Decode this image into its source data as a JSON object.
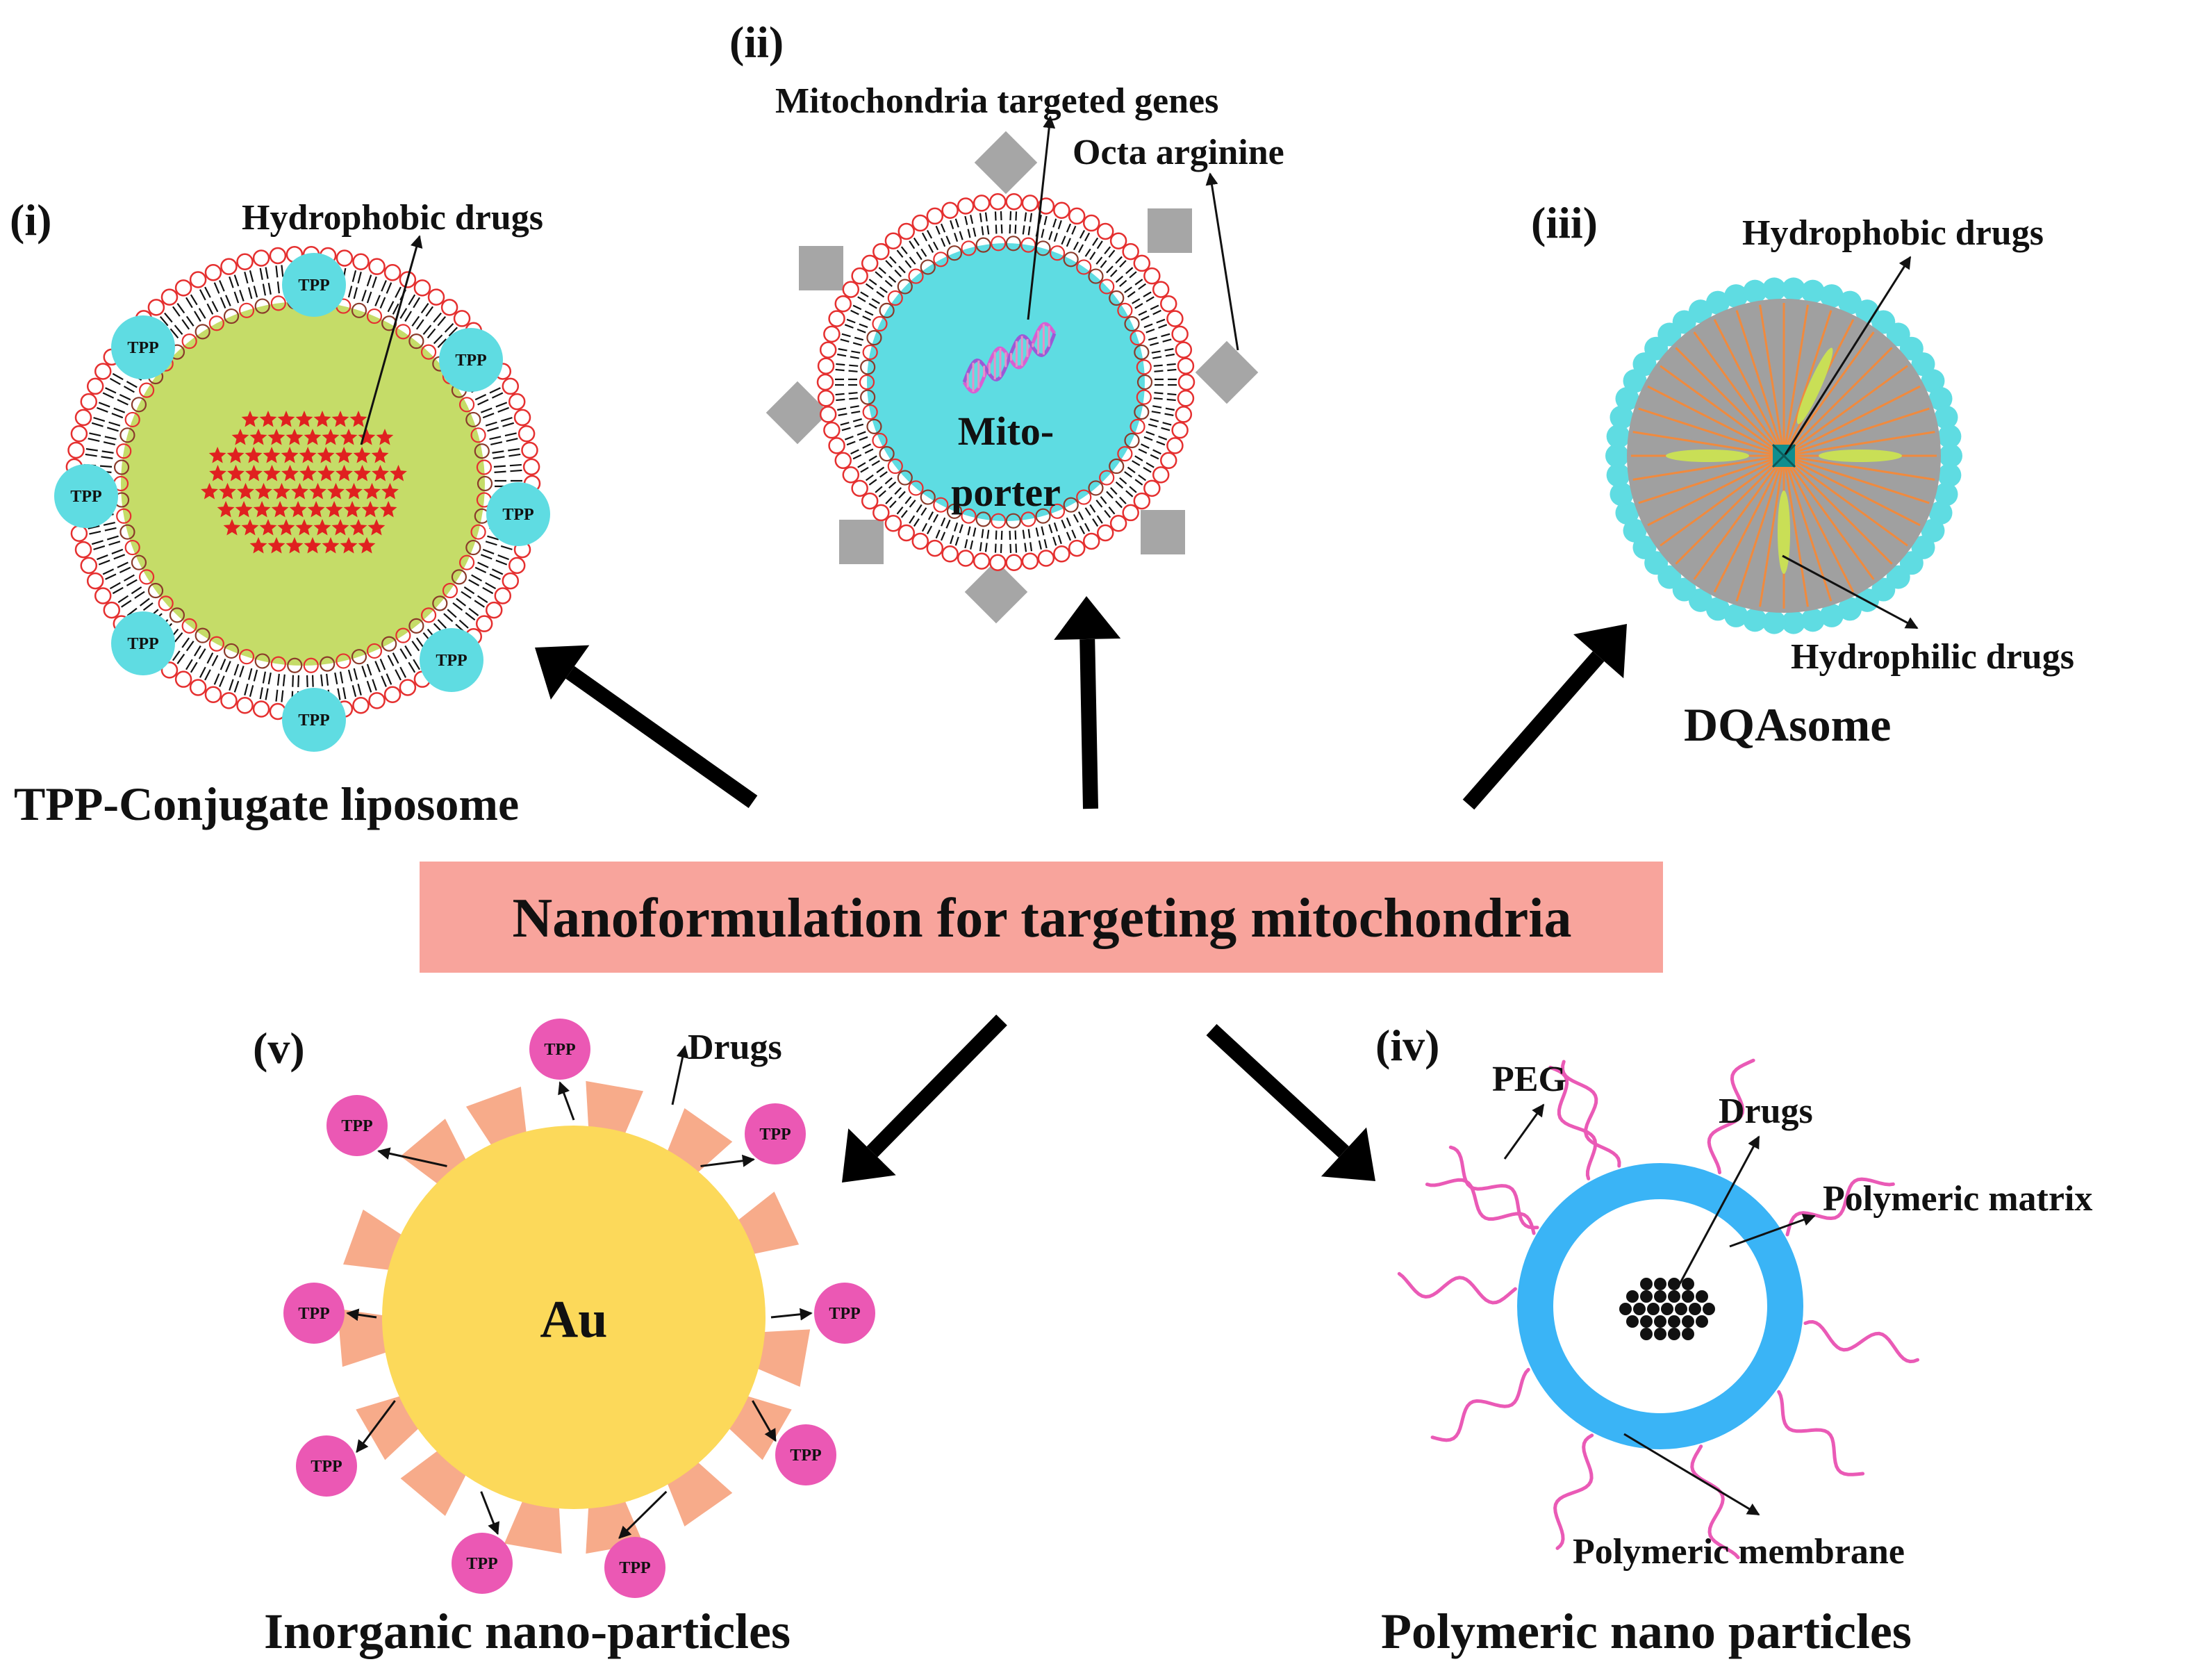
{
  "title": "Nanoformulation for targeting mitochondria",
  "colors": {
    "title_box": "#f8a49c",
    "tpp_cyan": "#5fdce2",
    "liposome_core": "#c5dc68",
    "mitoporter_core": "#5edce2",
    "octa_arginine": "#a6a6a6",
    "dqasome_body": "#a0a0a0",
    "dqasome_rays": "#f08a3e",
    "gold": "#fcd95a",
    "wedges": "#f7ab8a",
    "tpp_pink": "#eb58b4",
    "polymer_blue": "#3ab4f6",
    "peg_pink": "#ea5ab6",
    "lipid_red": "#e53030"
  },
  "panels": {
    "i": {
      "roman": "(i)",
      "name": "TPP-Conjugate liposome",
      "drug_label": "Hydrophobic drugs",
      "tpp_label": "TPP",
      "icons": [
        "star-icon"
      ]
    },
    "ii": {
      "roman": "(ii)",
      "genes_label": "Mitochondria targeted genes",
      "octa_label": "Octa arginine",
      "core_line1": "Mito-",
      "core_line2": "porter",
      "icons": [
        "dna-icon"
      ]
    },
    "iii": {
      "roman": "(iii)",
      "name": "DQAsome",
      "hydrophobic_label": "Hydrophobic drugs",
      "hydrophilic_label": "Hydrophilic drugs"
    },
    "iv": {
      "roman": "(iv)",
      "name": "Polymeric nano particles",
      "peg_label": "PEG",
      "drugs_label": "Drugs",
      "matrix_label": "Polymeric matrix",
      "membrane_label": "Polymeric membrane"
    },
    "v": {
      "roman": "(v)",
      "name": "Inorganic nano-particles",
      "core_label": "Au",
      "drugs_label": "Drugs",
      "tpp_label": "TPP"
    }
  }
}
